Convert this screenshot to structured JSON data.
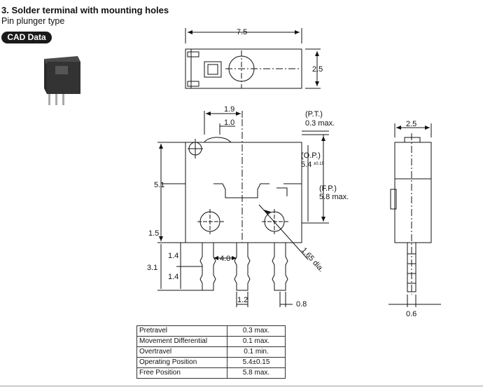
{
  "header": {
    "title": "3. Solder terminal with mounting holes",
    "subtitle": "Pin plunger type",
    "cad_label": "CAD Data"
  },
  "dimensions": {
    "top_width": "7.5",
    "top_height": "2.5",
    "w19": "1.9",
    "w10": "1.0",
    "pt": "(P.T.)",
    "pt_val": "0.3 max.",
    "op": "(O.P.)",
    "op_val": "5.4",
    "op_tol": "±0.15",
    "fp": "(F.P.)",
    "fp_val": "5.8 max.",
    "h51": "5.1",
    "h15": "1.5",
    "h14a": "1.4",
    "h14b": "1.4",
    "h31": "3.1",
    "pitch": "4.0",
    "dia": "1.65 dia.",
    "w12": "1.2",
    "w08": "0.8",
    "side_top": "2.5",
    "side_bottom": "0.6"
  },
  "specs": [
    {
      "label": "Pretravel",
      "value": "0.3 max."
    },
    {
      "label": "Movement Differential",
      "value": "0.1 max."
    },
    {
      "label": "Overtravel",
      "value": "0.1 min."
    },
    {
      "label": "Operating Position",
      "value": "5.4±0.15"
    },
    {
      "label": "Free Position",
      "value": "5.8 max."
    }
  ]
}
